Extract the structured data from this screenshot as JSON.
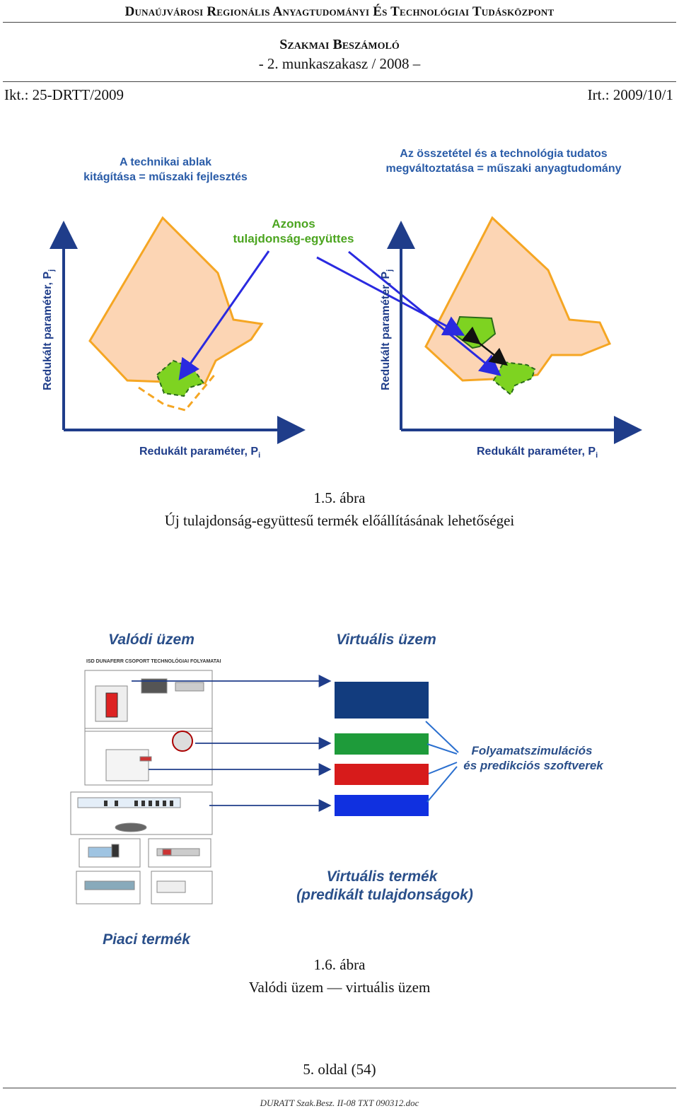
{
  "header": {
    "organization": "Dunaújvárosi Regionális Anyagtudományi És Technológiai Tudásközpont",
    "report_title": "Szakmai Beszámoló",
    "report_subtitle": "- 2. munkaszakasz / 2008 –",
    "ikt": "Ikt.: 25-DRTT/2009",
    "irt": "Irt.: 2009/10/1"
  },
  "figure1": {
    "label_left": [
      "A technikai ablak",
      "kitágítása = műszaki fejlesztés"
    ],
    "label_right": [
      "Az összetétel és a technológia tudatos",
      "megváltoztatása = műszaki anyagtudomány"
    ],
    "label_center": [
      "Azonos",
      "tulajdonság-együttes"
    ],
    "y_axis_label": "Redukált paraméter, P",
    "y_axis_sub": "j",
    "x_axis_label": "Redukált paraméter, P",
    "x_axis_sub": "i",
    "colors": {
      "zone": "#fcd5b4",
      "zone_border": "#f5a623",
      "target": "#7ed321",
      "arrow": "#2a2ae0",
      "axis": "#1f3d8a"
    },
    "caption_number": "1.5. ábra",
    "caption_text": "Új tulajdonság-együttesű termék előállításának lehetőségei"
  },
  "figure2": {
    "real_plant": "Valódi üzem",
    "virtual_plant": "Virtuális üzem",
    "diagram_header": "ISD DUNAFERR CSOPORT TECHNOLÓGIAI FOLYAMATAI",
    "software_label": [
      "Folyamatszimulációs",
      "és predikciós szoftverek"
    ],
    "virtual_product": [
      "Virtuális termék",
      "(predikált tulajdonságok)"
    ],
    "market_product": "Piaci termék",
    "bars": [
      "#123c7e",
      "#1e9b3a",
      "#d71b1b",
      "#1030e0"
    ],
    "caption_number": "1.6. ábra",
    "caption_text": "Valódi üzem — virtuális üzem"
  },
  "footer": {
    "page": "5. oldal (54)",
    "file": "DURATT Szak.Besz. II-08 TXT 090312.doc"
  }
}
